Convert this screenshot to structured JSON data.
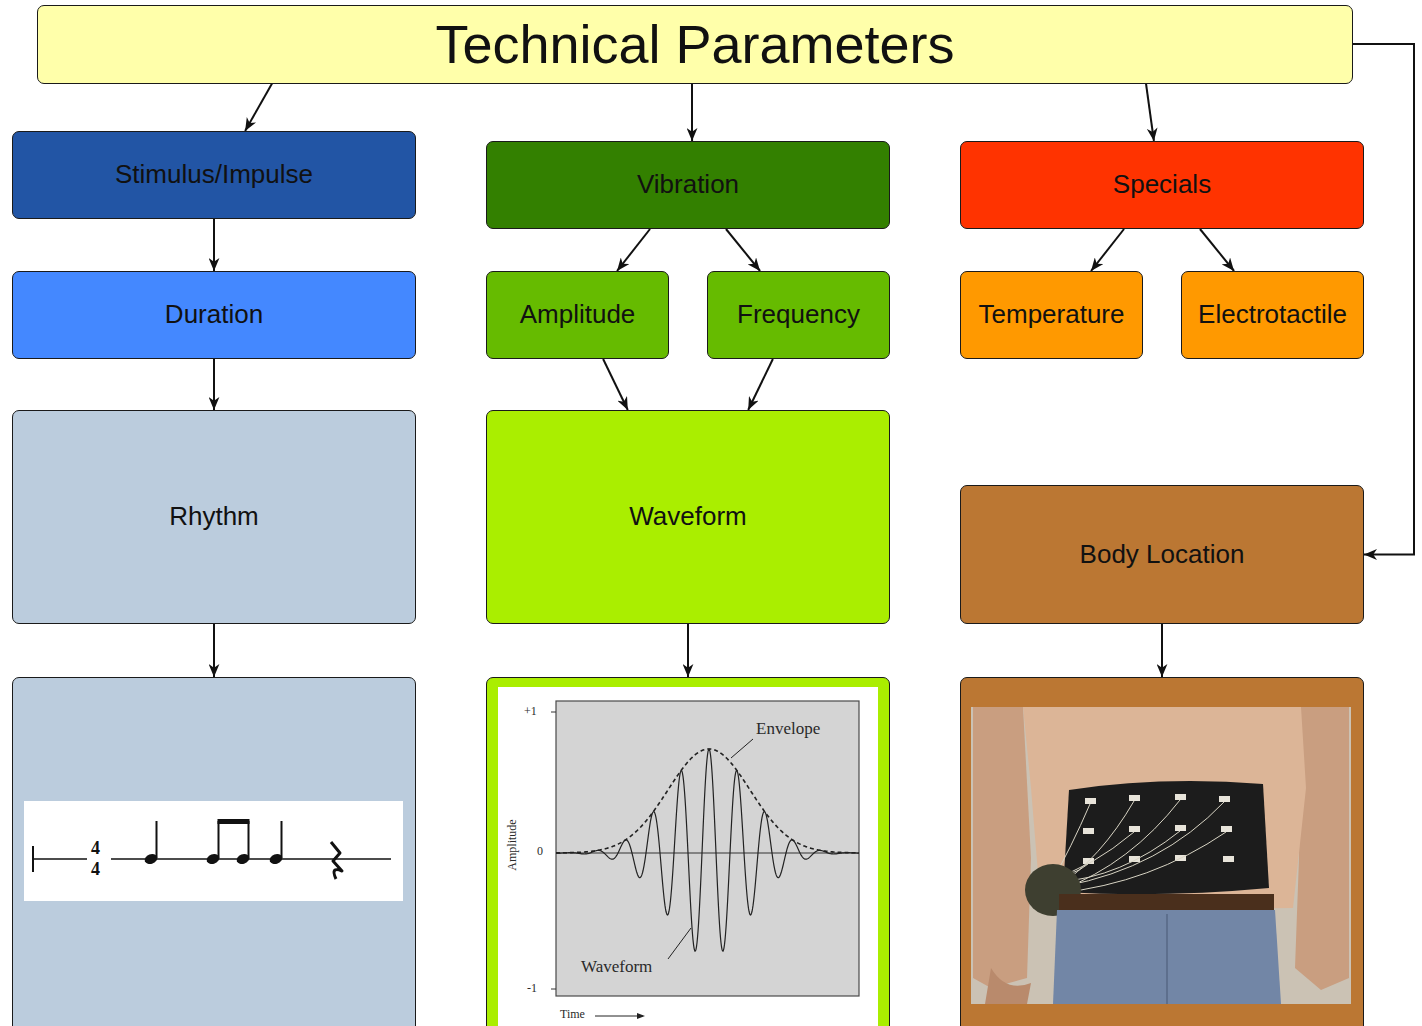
{
  "diagram": {
    "nodes": [
      {
        "text": [
          "Technical Parameters"
        ]
      },
      {
        "text": [
          "Stimulus/Impulse"
        ]
      },
      {
        "text": [
          "Vibration"
        ]
      },
      {
        "text": [
          "Specials"
        ]
      },
      {
        "text": [
          "Duration"
        ]
      },
      {
        "text": [
          "Amplitude"
        ]
      },
      {
        "text": [
          "Frequency"
        ]
      },
      {
        "text": [
          "Temperature"
        ]
      },
      {
        "text": [
          "Electrotactile"
        ]
      },
      {
        "text": [
          "Rhythm"
        ]
      },
      {
        "text": [
          "Waveform"
        ]
      },
      {
        "text": [
          "Body Location"
        ]
      },
      {
        "text": []
      },
      {
        "text": []
      },
      {
        "text": []
      }
    ],
    "edges": [
      {
        "from": 0,
        "to": 1,
        "arrow": "to"
      },
      {
        "from": 0,
        "to": 2,
        "arrow": "to"
      },
      {
        "from": 0,
        "to": 3,
        "arrow": "to"
      },
      {
        "from": 0,
        "to": 11,
        "arrow": "to"
      },
      {
        "from": 1,
        "to": 4,
        "arrow": "to"
      },
      {
        "from": 2,
        "to": 5,
        "arrow": "to"
      },
      {
        "from": 2,
        "to": 6,
        "arrow": "to"
      },
      {
        "from": 3,
        "to": 7,
        "arrow": "to"
      },
      {
        "from": 3,
        "to": 8,
        "arrow": "to"
      },
      {
        "from": 4,
        "to": 9,
        "arrow": "to"
      },
      {
        "from": 5,
        "to": 10,
        "arrow": "to"
      },
      {
        "from": 6,
        "to": 10,
        "arrow": "to"
      },
      {
        "from": 9,
        "to": 12,
        "arrow": "to"
      },
      {
        "from": 10,
        "to": 13,
        "arrow": "to"
      },
      {
        "from": 11,
        "to": 14,
        "arrow": "to"
      }
    ],
    "labels": [
      "4",
      "4",
      "+1",
      "Envelope",
      "Amplitude",
      "0",
      "Waveform",
      "-1",
      "Time"
    ]
  }
}
